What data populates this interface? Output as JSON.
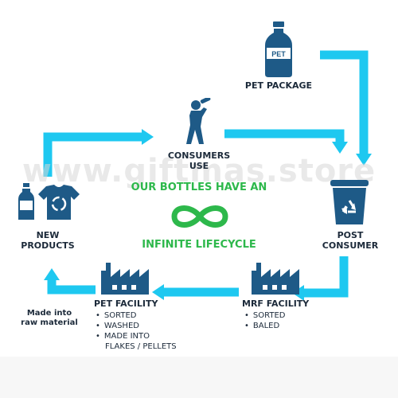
{
  "watermark": "www.giftmas.store",
  "headline": "OUR BOTTLES HAVE AN",
  "subheadline": "INFINITE LIFECYCLE",
  "colors": {
    "arrow": "#1ec8f0",
    "icon": "#1e5a87",
    "text": "#1c2a3a",
    "accent_green": "#2db84b"
  },
  "nodes": {
    "pet_package": {
      "label": "PET PACKAGE",
      "icon": "bottle-icon",
      "bottle_text": "PET"
    },
    "consumers_use": {
      "label_line1": "CONSUMERS",
      "label_line2": "USE",
      "icon": "person-drinking-icon"
    },
    "post_consumer": {
      "label_line1": "POST",
      "label_line2": "CONSUMER",
      "icon": "recycle-bin-icon"
    },
    "mrf_facility": {
      "label": "MRF FACILITY",
      "icon": "factory-icon",
      "items": [
        "SORTED",
        "BALED"
      ]
    },
    "pet_facility": {
      "label": "PET FACILITY",
      "icon": "factory-icon",
      "items": [
        "SORTED",
        "WASHED",
        "MADE INTO"
      ],
      "item_continuation": "FLAKES / PELLETS"
    },
    "new_products": {
      "label_line1": "NEW",
      "label_line2": "PRODUCTS",
      "icon": "bottle-and-tshirt-icon"
    }
  },
  "side_note": {
    "line1": "Made into",
    "line2": "raw material"
  },
  "center_icon": "infinity-icon"
}
